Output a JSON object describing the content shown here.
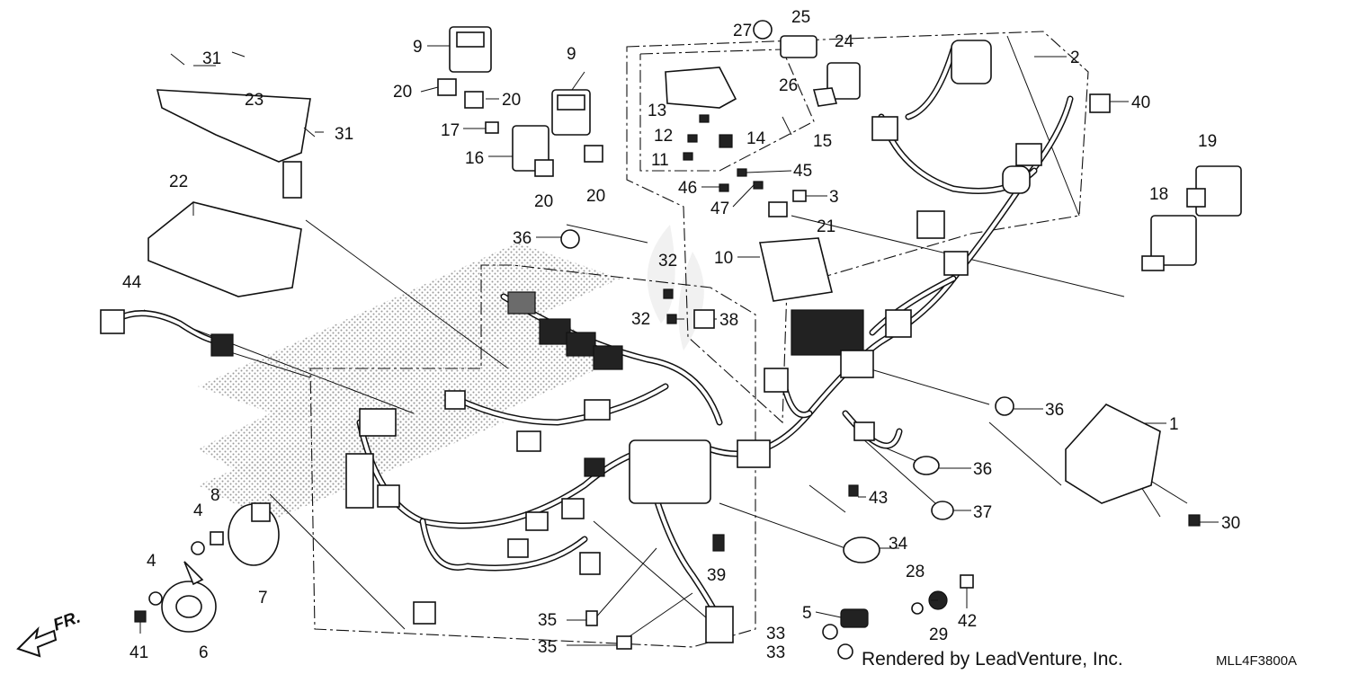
{
  "callouts": [
    {
      "id": "c1",
      "label": "1"
    },
    {
      "id": "c2",
      "label": "2"
    },
    {
      "id": "c3",
      "label": "3"
    },
    {
      "id": "c4a",
      "label": "4"
    },
    {
      "id": "c4b",
      "label": "4"
    },
    {
      "id": "c5",
      "label": "5"
    },
    {
      "id": "c6",
      "label": "6"
    },
    {
      "id": "c7",
      "label": "7"
    },
    {
      "id": "c8",
      "label": "8"
    },
    {
      "id": "c9a",
      "label": "9"
    },
    {
      "id": "c9b",
      "label": "9"
    },
    {
      "id": "c10",
      "label": "10"
    },
    {
      "id": "c11",
      "label": "11"
    },
    {
      "id": "c12",
      "label": "12"
    },
    {
      "id": "c13",
      "label": "13"
    },
    {
      "id": "c14",
      "label": "14"
    },
    {
      "id": "c15",
      "label": "15"
    },
    {
      "id": "c16",
      "label": "16"
    },
    {
      "id": "c17",
      "label": "17"
    },
    {
      "id": "c18",
      "label": "18"
    },
    {
      "id": "c19",
      "label": "19"
    },
    {
      "id": "c20a",
      "label": "20"
    },
    {
      "id": "c20b",
      "label": "20"
    },
    {
      "id": "c20c",
      "label": "20"
    },
    {
      "id": "c20d",
      "label": "20"
    },
    {
      "id": "c21",
      "label": "21"
    },
    {
      "id": "c22",
      "label": "22"
    },
    {
      "id": "c23",
      "label": "23"
    },
    {
      "id": "c24",
      "label": "24"
    },
    {
      "id": "c25",
      "label": "25"
    },
    {
      "id": "c26",
      "label": "26"
    },
    {
      "id": "c27",
      "label": "27"
    },
    {
      "id": "c28",
      "label": "28"
    },
    {
      "id": "c29",
      "label": "29"
    },
    {
      "id": "c30",
      "label": "30"
    },
    {
      "id": "c31a",
      "label": "31"
    },
    {
      "id": "c31b",
      "label": "31"
    },
    {
      "id": "c32a",
      "label": "32"
    },
    {
      "id": "c32b",
      "label": "32"
    },
    {
      "id": "c33a",
      "label": "33"
    },
    {
      "id": "c33b",
      "label": "33"
    },
    {
      "id": "c34",
      "label": "34"
    },
    {
      "id": "c35a",
      "label": "35"
    },
    {
      "id": "c35b",
      "label": "35"
    },
    {
      "id": "c36a",
      "label": "36"
    },
    {
      "id": "c36b",
      "label": "36"
    },
    {
      "id": "c36c",
      "label": "36"
    },
    {
      "id": "c37",
      "label": "37"
    },
    {
      "id": "c38",
      "label": "38"
    },
    {
      "id": "c39",
      "label": "39"
    },
    {
      "id": "c40",
      "label": "40"
    },
    {
      "id": "c41",
      "label": "41"
    },
    {
      "id": "c42",
      "label": "42"
    },
    {
      "id": "c43",
      "label": "43"
    },
    {
      "id": "c44",
      "label": "44"
    },
    {
      "id": "c45",
      "label": "45"
    },
    {
      "id": "c46",
      "label": "46"
    },
    {
      "id": "c47",
      "label": "47"
    }
  ],
  "direction_label": "FR.",
  "footer_text": "Rendered by LeadVenture, Inc.",
  "diagram_code": "MLL4F3800A",
  "colors": {
    "line": "#111111",
    "background": "#ffffff",
    "stipple": "#9a9a9a",
    "watermark": "#e6e6e6"
  }
}
